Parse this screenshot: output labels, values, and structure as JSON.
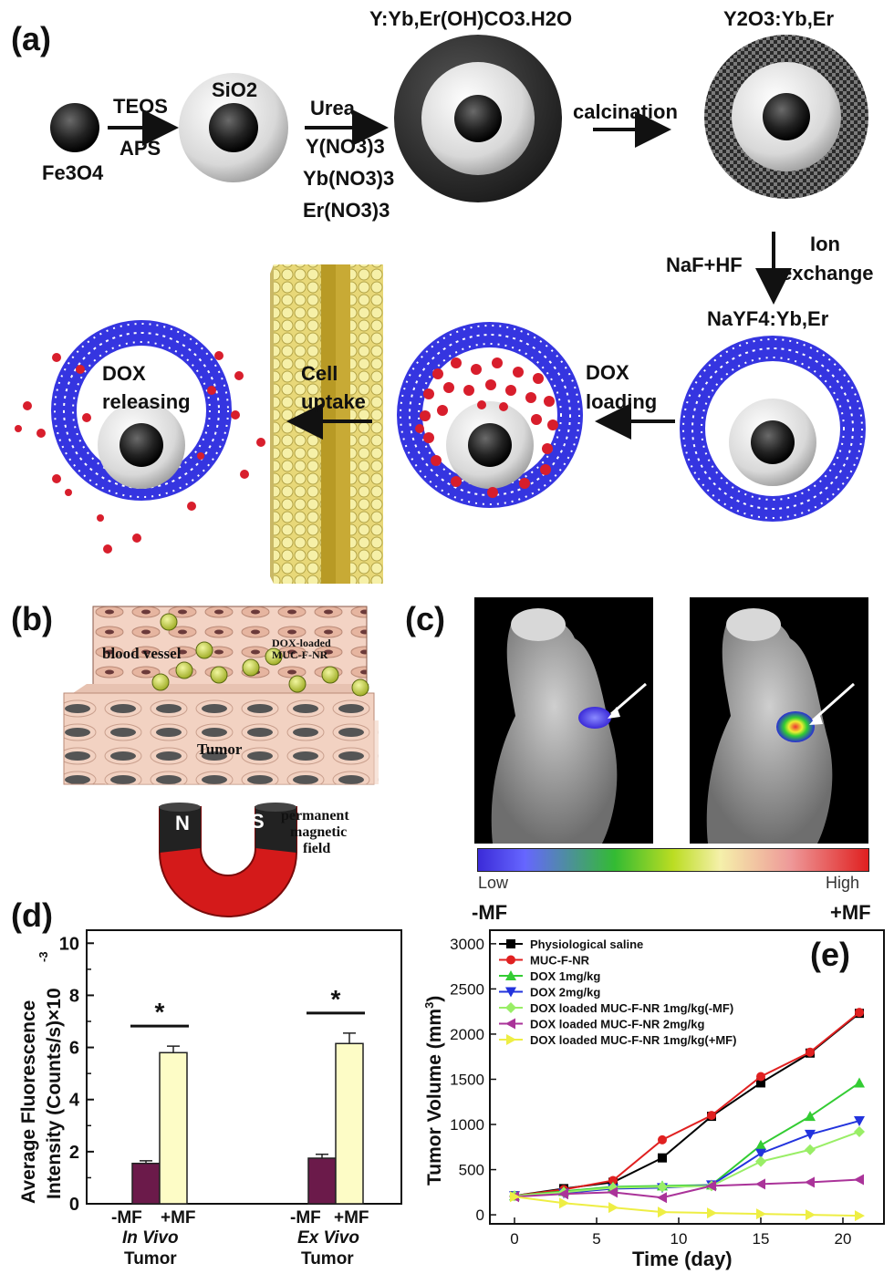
{
  "panel_a": {
    "letter": "(a)",
    "fe3o4": "Fe3O4",
    "teos": "TEOS",
    "aps": "APS",
    "sio2": "SiO2",
    "urea": "Urea",
    "y_no3": "Y(NO3)3",
    "yb_no3": "Yb(NO3)3",
    "er_no3": "Er(NO3)3",
    "yoh_title": "Y:Yb,Er(OH)CO3.H2O",
    "calcination": "calcination",
    "y2o3_title": "Y2O3:Yb,Er",
    "naf_hf": "NaF+HF",
    "ion": "Ion",
    "exchange": "exchange",
    "nayf4": "NaYF4:Yb,Er",
    "dox_loading_1": "DOX",
    "dox_loading_2": "loading",
    "cell_uptake_1": "Cell",
    "cell_uptake_2": "uptake",
    "dox_releasing_1": "DOX",
    "dox_releasing_2": "releasing"
  },
  "panel_b": {
    "letter": "(b)",
    "blood_vessel": "blood vessel",
    "dox_loaded_1": "DOX-loaded",
    "dox_loaded_2": "MUC-F-NR",
    "tumor": "Tumor",
    "magnet_n": "N",
    "magnet_s": "S",
    "field_1": "permanent",
    "field_2": "magnetic",
    "field_3": "field"
  },
  "panel_c": {
    "letter": "(c)",
    "low": "Low",
    "high": "High",
    "minus_mf": "-MF",
    "plus_mf": "+MF"
  },
  "panel_d": {
    "letter": "(d)",
    "ylabel_1": "Average Fluorescence",
    "ylabel_2": "Intensity (Counts/s)×10",
    "ylabel_exp": "-3",
    "yticks": [
      "0",
      "2",
      "4",
      "6",
      "8",
      "10"
    ],
    "star": "*",
    "minus_mf": "-MF",
    "plus_mf": "+MF",
    "in_vivo": "In Vivo",
    "ex_vivo": "Ex Vivo",
    "tumor": "Tumor"
  },
  "panel_e": {
    "letter": "(e)",
    "ylabel": "Tumor Volume (mm",
    "ylabel_exp": "3",
    "ylabel_close": ")",
    "xlabel": "Time (day)",
    "xticks": [
      "0",
      "5",
      "10",
      "15",
      "20"
    ],
    "yticks": [
      "0",
      "500",
      "1000",
      "1500",
      "2000",
      "2500",
      "3000"
    ]
  },
  "colors": {
    "minus_mf_bar": "#6b1a4a",
    "plus_mf_bar": "#fdfcc6",
    "lipid_blue": "#3535e0",
    "dox_red": "#d81e2c",
    "magnet_red": "#d41a1a"
  },
  "chart_data": [
    {
      "type": "bar",
      "ylabel": "Average Fluorescence Intensity (Counts/s)×10-3",
      "categories": [
        "In Vivo Tumor",
        "Ex Vivo Tumor"
      ],
      "series": [
        {
          "name": "-MF",
          "values": [
            1.55,
            1.75
          ],
          "errors": [
            0.1,
            0.15
          ]
        },
        {
          "name": "+MF",
          "values": [
            5.8,
            6.15
          ],
          "errors": [
            0.25,
            0.4
          ]
        }
      ],
      "ylim": [
        0,
        10.5
      ],
      "annotations": [
        "*",
        "*"
      ]
    },
    {
      "type": "line",
      "xlabel": "Time (day)",
      "ylabel": "Tumor Volume (mm3)",
      "xlim": [
        -1.5,
        22.5
      ],
      "ylim": [
        -100,
        3150
      ],
      "x": [
        0,
        3,
        6,
        9,
        12,
        15,
        18,
        21
      ],
      "legend_position": "top-left",
      "series": [
        {
          "name": "Physiological saline",
          "color": "#000000",
          "marker": "square",
          "values": [
            210,
            290,
            360,
            630,
            1090,
            1460,
            1790,
            2230
          ]
        },
        {
          "name": "MUC-F-NR",
          "color": "#e02020",
          "marker": "circle",
          "values": [
            210,
            280,
            380,
            830,
            1100,
            1530,
            1800,
            2240
          ]
        },
        {
          "name": "DOX 1mg/kg",
          "color": "#33cc33",
          "marker": "triangle-up",
          "values": [
            210,
            260,
            310,
            320,
            330,
            770,
            1090,
            1460
          ]
        },
        {
          "name": "DOX 2mg/kg",
          "color": "#2233dd",
          "marker": "triangle-down",
          "values": [
            210,
            240,
            290,
            300,
            330,
            680,
            890,
            1040
          ]
        },
        {
          "name": "DOX loaded MUC-F-NR 1mg/kg(-MF)",
          "color": "#99ee66",
          "marker": "diamond",
          "values": [
            210,
            250,
            300,
            310,
            320,
            590,
            720,
            920
          ]
        },
        {
          "name": "DOX loaded MUC-F-NR 2mg/kg",
          "color": "#aa3399",
          "marker": "triangle-left",
          "values": [
            200,
            230,
            250,
            190,
            320,
            340,
            360,
            390
          ]
        },
        {
          "name": "DOX loaded MUC-F-NR 1mg/kg(+MF)",
          "color": "#eeee44",
          "marker": "triangle-right",
          "values": [
            200,
            130,
            80,
            30,
            20,
            10,
            0,
            -10
          ]
        }
      ]
    }
  ]
}
